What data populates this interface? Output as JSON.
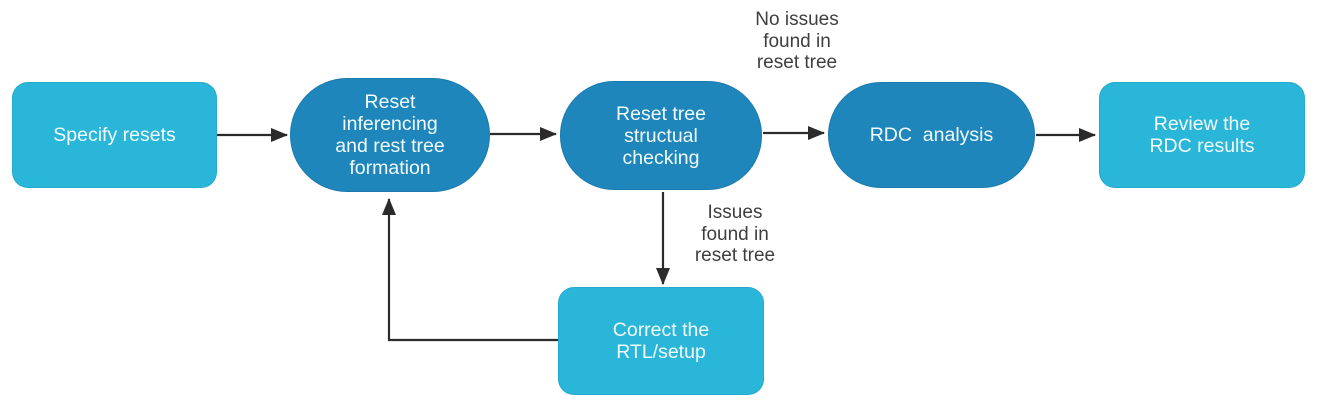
{
  "colors": {
    "node_light_blue": "#29b6d8",
    "node_dark_blue": "#1f86bb",
    "node_text": "#f2fbfd",
    "arrow": "#2b2b2b",
    "edge_label_text": "#3f3f3f",
    "background": "#ffffff"
  },
  "flowchart": {
    "nodes": [
      {
        "id": "specify-resets",
        "shape": "rounded-rect",
        "label": "Specify resets"
      },
      {
        "id": "reset-inferencing",
        "shape": "stadium",
        "label": "Reset\ninferencing\nand rest tree\nformation"
      },
      {
        "id": "reset-tree-checking",
        "shape": "stadium",
        "label": "Reset tree\nstructual\nchecking"
      },
      {
        "id": "rdc-analysis",
        "shape": "stadium",
        "label": "RDC  analysis"
      },
      {
        "id": "review-rdc-results",
        "shape": "rounded-rect",
        "label": "Review the\nRDC results"
      },
      {
        "id": "correct-rtl-setup",
        "shape": "rounded-rect",
        "label": "Correct the\nRTL/setup"
      }
    ],
    "edge_labels": [
      {
        "id": "no-issues-label",
        "text": "No issues\nfound in\nreset tree"
      },
      {
        "id": "issues-label",
        "text": "Issues\nfound in\nreset tree"
      }
    ]
  }
}
